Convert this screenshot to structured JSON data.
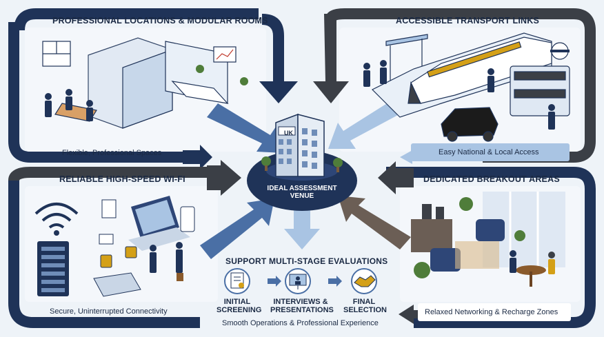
{
  "quadrants": {
    "top_left": {
      "title": "Professional Locations & Modular Rooms",
      "caption": "Flexible, Professional Spaces"
    },
    "top_right": {
      "title": "Accessible Transport Links",
      "caption": "Easy National & Local Access"
    },
    "bottom_left": {
      "title": "Reliable High-Speed Wi-Fi",
      "caption": "Secure, Uninterrupted Connectivity"
    },
    "bottom_right": {
      "title": "Dedicated Breakout Areas",
      "caption": "Relaxed Networking & Recharge Zones"
    }
  },
  "center": {
    "building_sign": "UK",
    "label_line1": "Ideal Assessment",
    "label_line2": "Venue"
  },
  "evaluations": {
    "title": "Support Multi-Stage Evaluations",
    "stages": [
      {
        "line1": "Initial",
        "line2": "Screening",
        "icon": "checklist-icon"
      },
      {
        "line1": "Interviews &",
        "line2": "Presentations",
        "icon": "video-call-icon"
      },
      {
        "line1": "Final",
        "line2": "Selection",
        "icon": "handshake-icon"
      }
    ],
    "footer": "Smooth Operations & Professional Experience"
  },
  "colors": {
    "navy": "#1f3358",
    "dark_gray": "#3b3f46",
    "light_blue_arrow": "#a9c4e3",
    "steel_blue_arrow": "#4a6fa5",
    "background": "#eef3f8"
  }
}
